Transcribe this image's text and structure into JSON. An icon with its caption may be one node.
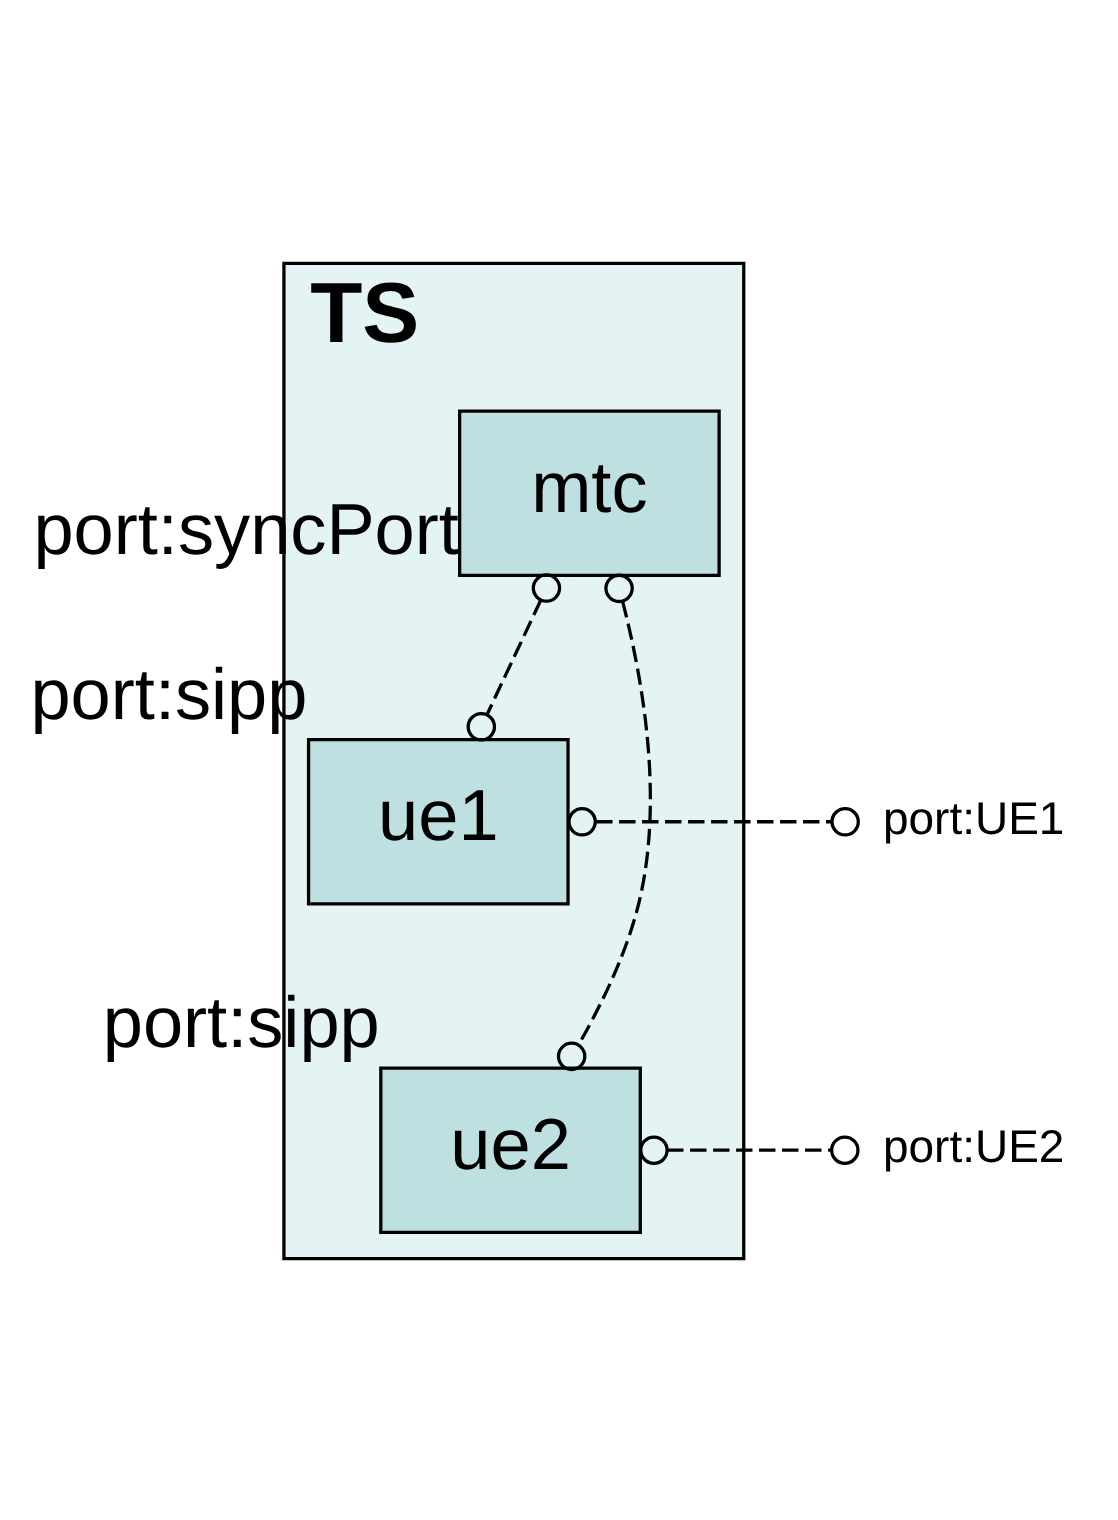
{
  "diagram": {
    "nodes": [
      {
        "text": [
          "TS"
        ]
      },
      {
        "text": [
          "mtc"
        ],
        "in": 0,
        "beside": [
          "port:syncPort"
        ]
      },
      {
        "text": [
          "ue1"
        ],
        "in": 0,
        "beside": [
          "port:sipp"
        ]
      },
      {
        "text": [
          "ue2"
        ],
        "in": 0,
        "beside": [
          "port:sipp"
        ]
      },
      {
        "text": [
          "port:UE1"
        ]
      },
      {
        "text": [
          "port:UE2"
        ]
      }
    ],
    "edges": [
      {
        "from": 1,
        "to": 2,
        "arrow": "other",
        "style": "dashed"
      },
      {
        "from": 1,
        "to": 3,
        "arrow": "other",
        "style": "dashed"
      },
      {
        "from": 2,
        "to": 4,
        "arrow": "other",
        "style": "dashed"
      },
      {
        "from": 3,
        "to": 5,
        "arrow": "other",
        "style": "dashed"
      }
    ]
  }
}
